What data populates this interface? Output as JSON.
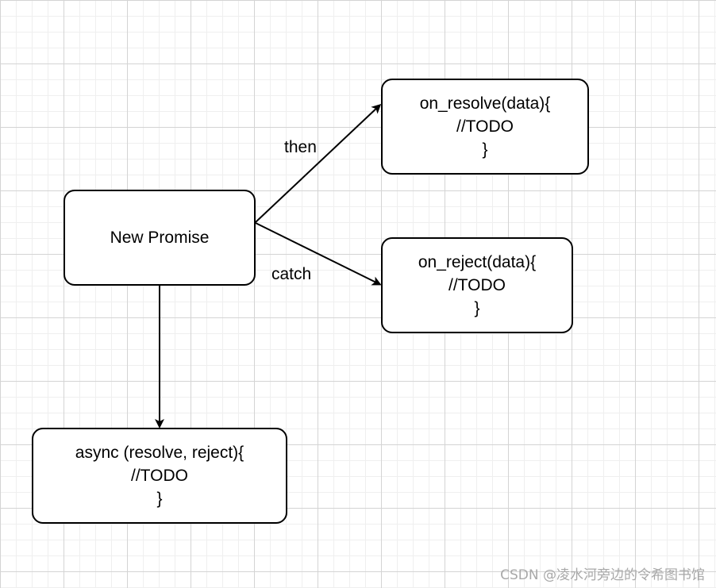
{
  "nodes": {
    "new_promise": {
      "label": "New Promise"
    },
    "on_resolve": {
      "line1": "on_resolve(data){",
      "line2": "//TODO",
      "line3": "}"
    },
    "on_reject": {
      "line1": "on_reject(data){",
      "line2": "//TODO",
      "line3": "}"
    },
    "async_executor": {
      "line1": "async (resolve, reject){",
      "line2": "//TODO",
      "line3": "}"
    }
  },
  "edges": {
    "then_label": "then",
    "catch_label": "catch"
  },
  "watermark": "CSDN @凌水河旁边的令希图书馆",
  "colors": {
    "stroke": "#000000",
    "grid_major": "#d4d4d4",
    "grid_minor": "#efefef",
    "watermark": "#a8a8a8"
  }
}
